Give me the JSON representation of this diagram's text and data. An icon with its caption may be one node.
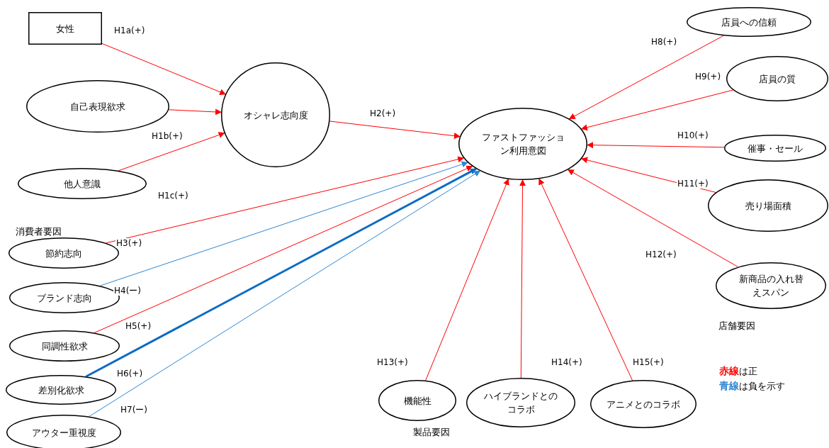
{
  "diagram": {
    "nodes": [
      {
        "text": [
          "女性"
        ]
      },
      {
        "text": [
          "自己表現欲求"
        ]
      },
      {
        "text": [
          "他人意識"
        ]
      },
      {
        "text": [
          "オシャレ志向度"
        ]
      },
      {
        "text": [
          "ファストファッション利用意図"
        ]
      },
      {
        "text": [
          "節約志向"
        ]
      },
      {
        "text": [
          "ブランド志向"
        ]
      },
      {
        "text": [
          "同調性欲求"
        ]
      },
      {
        "text": [
          "差別化欲求"
        ]
      },
      {
        "text": [
          "アウター重視度"
        ]
      },
      {
        "text": [
          "店員への信頼"
        ]
      },
      {
        "text": [
          "店員の質"
        ]
      },
      {
        "text": [
          "催事・セール"
        ]
      },
      {
        "text": [
          "売り場面積"
        ]
      },
      {
        "text": [
          "新商品の入れ替えスパン"
        ]
      },
      {
        "text": [
          "機能性"
        ]
      },
      {
        "text": [
          "ハイブランドとのコラボ"
        ]
      },
      {
        "text": [
          "アニメとのコラボ"
        ]
      }
    ],
    "edges": [
      {
        "from": 0,
        "to": 3,
        "arrow": "to",
        "label": "H1a(+)"
      },
      {
        "from": 1,
        "to": 3,
        "arrow": "to",
        "label": "H1b(+)"
      },
      {
        "from": 2,
        "to": 3,
        "arrow": "to",
        "label": "H1c(+)"
      },
      {
        "from": 3,
        "to": 4,
        "arrow": "to",
        "label": "H2(+)"
      },
      {
        "from": 5,
        "to": 4,
        "arrow": "to",
        "label": "H3(+)"
      },
      {
        "from": 6,
        "to": 4,
        "arrow": "to",
        "label": "H4(ー)",
        "color": "#2e86d4"
      },
      {
        "from": 7,
        "to": 4,
        "arrow": "to",
        "label": "H5(+)"
      },
      {
        "from": 8,
        "to": 4,
        "arrow": "to",
        "label": "H6(+)",
        "color": "#0a6cc4",
        "style": "thick"
      },
      {
        "from": 9,
        "to": 4,
        "arrow": "to",
        "label": "H7(ー)",
        "color": "#2e86d4"
      },
      {
        "from": 10,
        "to": 4,
        "arrow": "to",
        "label": "H8(+)"
      },
      {
        "from": 11,
        "to": 4,
        "arrow": "to",
        "label": "H9(+)"
      },
      {
        "from": 12,
        "to": 4,
        "arrow": "to",
        "label": "H10(+)"
      },
      {
        "from": 13,
        "to": 4,
        "arrow": "to",
        "label": "H11(+)"
      },
      {
        "from": 14,
        "to": 4,
        "arrow": "to",
        "label": "H12(+)"
      },
      {
        "from": 15,
        "to": 4,
        "arrow": "to",
        "label": "H13(+)"
      },
      {
        "from": 16,
        "to": 4,
        "arrow": "to",
        "label": "H14(+)"
      },
      {
        "from": 17,
        "to": 4,
        "arrow": "to",
        "label": "H15(+)"
      }
    ],
    "labels": [
      "消費者要因",
      "店舗要因",
      "製品要因"
    ],
    "legend": [
      {
        "text": "赤線は正",
        "color": "#ff0000"
      },
      {
        "text": "青線は負を示す",
        "color": "#2e86d4"
      }
    ]
  }
}
